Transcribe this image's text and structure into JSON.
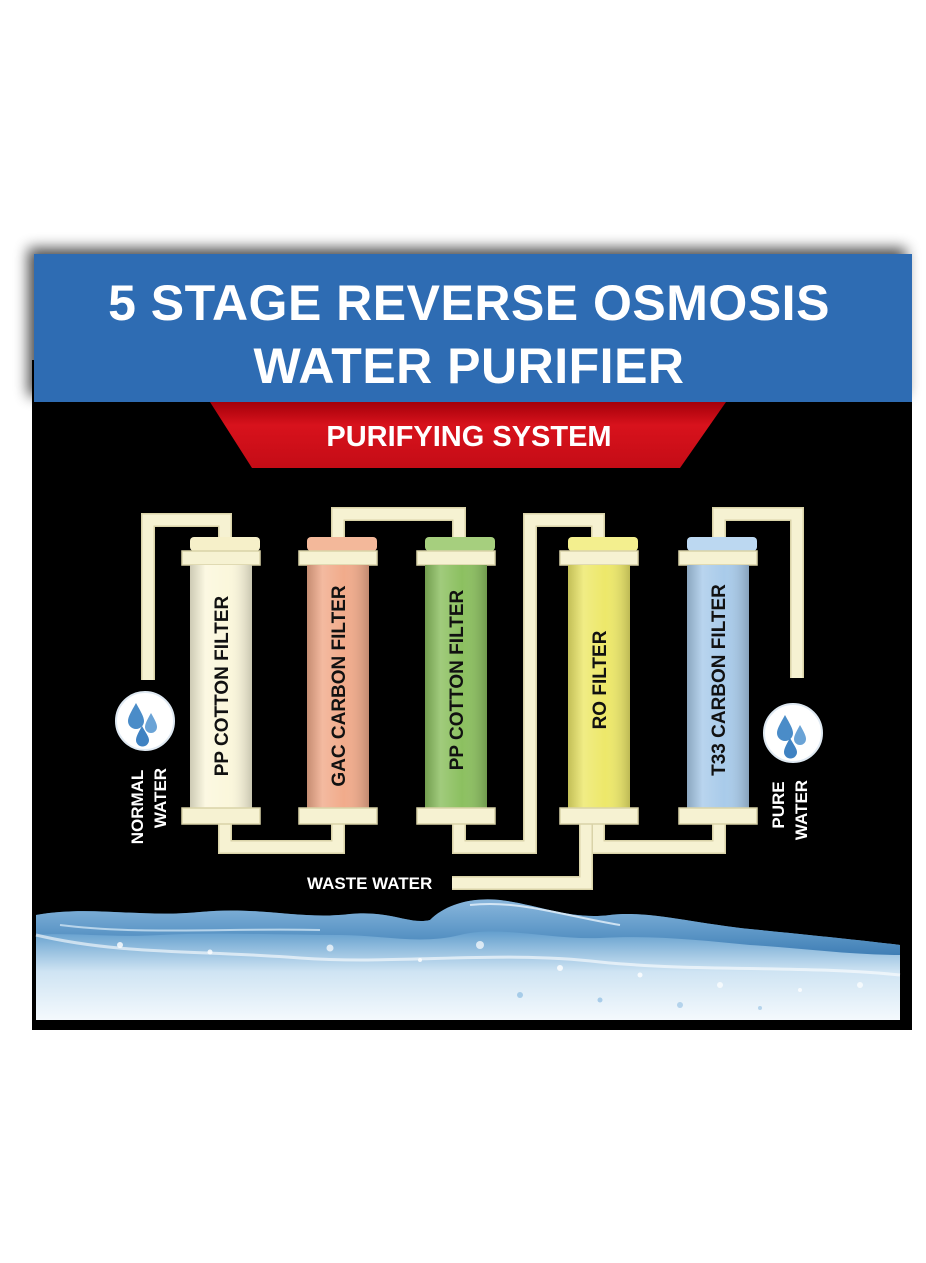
{
  "header": {
    "title_line1": "5 STAGE REVERSE OSMOSIS",
    "title_line2": "WATER PURIFIER",
    "subtitle": "PURIFYING SYSTEM"
  },
  "filters": [
    {
      "label": "PP COTTON FILTER",
      "body_color": "#fbf7dc",
      "cap_color": "#f6f0c9"
    },
    {
      "label": "GAC CARBON FILTER",
      "body_color": "#f1ab8b",
      "cap_color": "#f3b89a"
    },
    {
      "label": "PP COTTON FILTER",
      "body_color": "#8cc060",
      "cap_color": "#a6cf7e"
    },
    {
      "label": "RO FILTER",
      "body_color": "#ede86a",
      "cap_color": "#f3ef8e"
    },
    {
      "label": "T33 CARBON FILTER",
      "body_color": "#a9cbea",
      "cap_color": "#bcd8f1"
    }
  ],
  "labels": {
    "normal_water_line1": "NORMAL",
    "normal_water_line2": "WATER",
    "pure_water_line1": "PURE",
    "pure_water_line2": "WATER",
    "waste_water": "WASTE WATER"
  },
  "icons": {
    "input_drop": "water-drops-icon",
    "output_drop": "water-drops-icon"
  },
  "colors": {
    "header_blue": "#2d6cb3",
    "ribbon_red": "#d0101a",
    "panel_black": "#000000",
    "pipe_cream": "#f6f2d2"
  }
}
